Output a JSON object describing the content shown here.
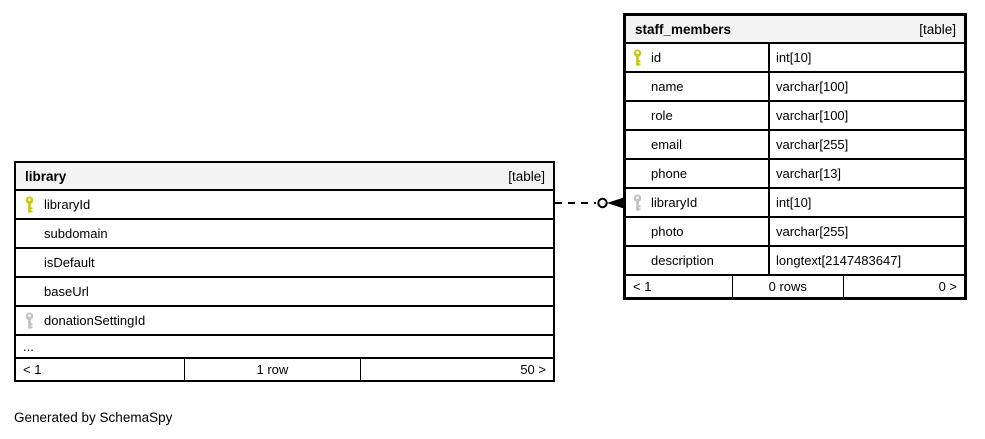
{
  "diagram": {
    "tables": [
      {
        "name": "library",
        "tag": "[table]",
        "rows": [
          {
            "name": "libraryId",
            "key": "primary"
          },
          {
            "name": "subdomain",
            "key": ""
          },
          {
            "name": "isDefault",
            "key": ""
          },
          {
            "name": "baseUrl",
            "key": ""
          },
          {
            "name": "donationSettingId",
            "key": "foreign"
          }
        ],
        "ellipsis": "...",
        "footer": {
          "left": "< 1",
          "center": "1 row",
          "right": "50 >"
        }
      },
      {
        "name": "staff_members",
        "tag": "[table]",
        "rows": [
          {
            "name": "id",
            "type": "int[10]",
            "key": "primary"
          },
          {
            "name": "name",
            "type": "varchar[100]",
            "key": ""
          },
          {
            "name": "role",
            "type": "varchar[100]",
            "key": ""
          },
          {
            "name": "email",
            "type": "varchar[255]",
            "key": ""
          },
          {
            "name": "phone",
            "type": "varchar[13]",
            "key": ""
          },
          {
            "name": "libraryId",
            "type": "int[10]",
            "key": "foreign"
          },
          {
            "name": "photo",
            "type": "varchar[255]",
            "key": ""
          },
          {
            "name": "description",
            "type": "longtext[2147483647]",
            "key": ""
          }
        ],
        "footer": {
          "left": "< 1",
          "center": "0 rows",
          "right": "0 >"
        }
      }
    ],
    "caption": "Generated by SchemaSpy"
  },
  "colors": {
    "primary_key": "#c8c800",
    "foreign_key": "#c0c0c0",
    "header_bg": "#f3f3f3",
    "border": "#000000",
    "background": "#ffffff"
  }
}
